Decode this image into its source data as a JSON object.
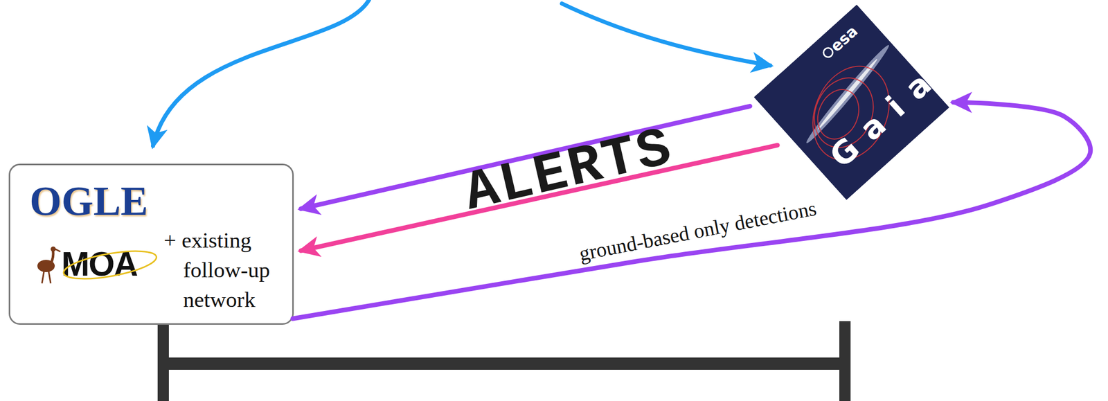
{
  "diagram": {
    "nodes": [
      {
        "text": [
          "OGLE",
          "MOA",
          "+ existing follow-up network"
        ]
      },
      {
        "text": [
          "esa",
          "Gaia"
        ]
      }
    ],
    "edges": [
      {
        "from": 1,
        "to": 0,
        "arrow": "to"
      },
      {
        "from": 1,
        "to": 0,
        "arrow": "to"
      },
      {
        "from": 0,
        "to": 1,
        "arrow": "to",
        "label": "ground-based only detections"
      }
    ],
    "labels": [
      "ALERTS"
    ]
  }
}
